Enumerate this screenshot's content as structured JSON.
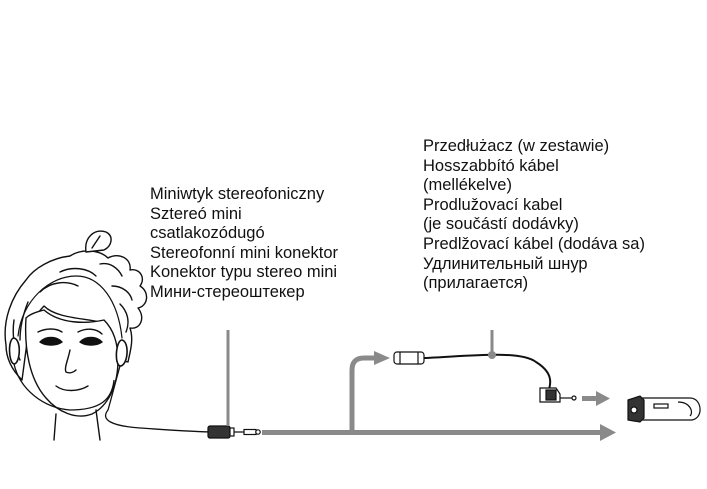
{
  "labels": {
    "plug_lines": [
      "Miniwtyk stereofoniczny",
      "Sztereó mini",
      "csatlakozódugó",
      "Stereofonní mini konektor",
      "Konektor typu stereo mini",
      "Мини-стереоштекер"
    ],
    "extension_lines": [
      "Przedłużacz (w zestawie)",
      "Hosszabbító kábel",
      "(mellékelve)",
      "Prodlužovací kabel",
      "(je součástí dodávky)",
      "Predlžovací kábel (dodáva sa)",
      "Удлинительный шнур",
      "(прилагается)"
    ]
  },
  "colors": {
    "arrow": "#8a8a8a",
    "line": "#111111"
  },
  "icons": [
    "person-with-headphones-icon",
    "stereo-mini-plug-icon",
    "extension-cable-icon",
    "player-device-icon"
  ]
}
